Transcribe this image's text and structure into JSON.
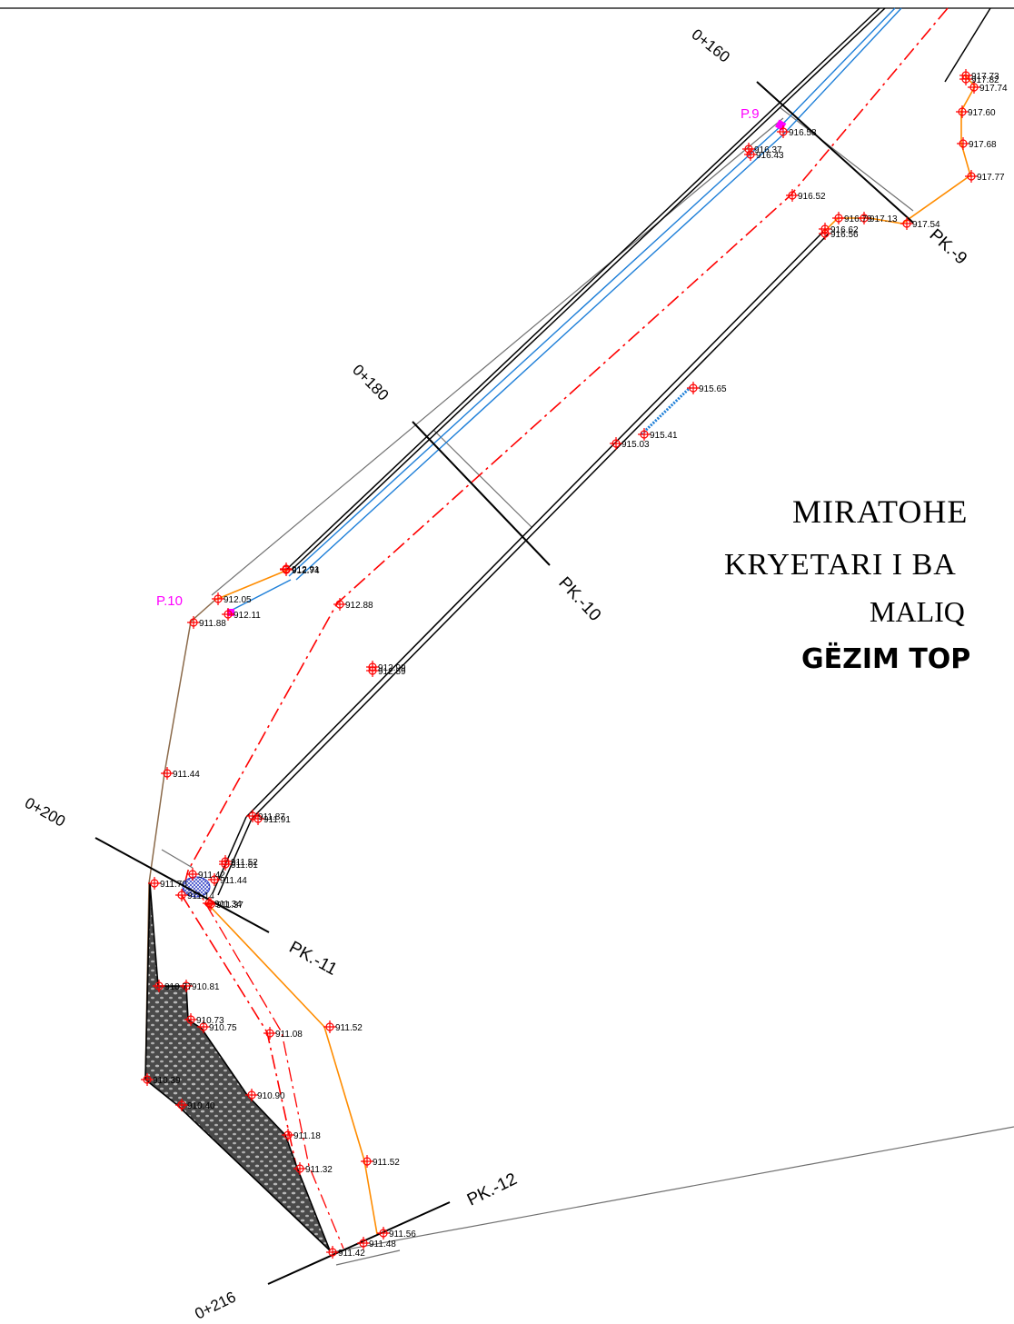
{
  "stations": [
    "0+160",
    "0+180",
    "0+200",
    "0+216"
  ],
  "sections": [
    "PK.-9",
    "PK.-10",
    "PK.-11",
    "PK.-12"
  ],
  "points": [
    "P.9",
    "P.10"
  ],
  "approval": {
    "line1": "MIRATOHE",
    "line2": "KRYETARI I BA",
    "line3": "MALIQ",
    "line4": "GËZIM TOP"
  },
  "elevations": [
    "917.73",
    "917.82",
    "917.74",
    "917.60",
    "917.68",
    "917.77",
    "916.58",
    "916.37",
    "916.43",
    "916.52",
    "916.79",
    "917.13",
    "917.54",
    "916.62",
    "916.56",
    "915.65",
    "915.41",
    "915.03",
    "912.91",
    "912.74",
    "912.05",
    "912.11",
    "911.88",
    "912.88",
    "912.99",
    "912.59",
    "911.44",
    "911.87",
    "911.91",
    "911.52",
    "911.61",
    "911.42",
    "911.44",
    "911.70",
    "911.14",
    "911.34",
    "911.37",
    "910.77",
    "910.81",
    "910.73",
    "910.75",
    "911.08",
    "911.52",
    "910.39",
    "910.40",
    "910.90",
    "911.18",
    "911.32",
    "911.52",
    "911.56",
    "911.48",
    "911.42"
  ],
  "colors": {
    "road_edge": "#000000",
    "centerline": "#ff0000",
    "canal": "#1e7fd8",
    "fence": "#ff8c00",
    "survey_point": "#ff0000",
    "point_label": "#ff00ff",
    "hatch": "#555555",
    "pond": "#2030c0"
  }
}
